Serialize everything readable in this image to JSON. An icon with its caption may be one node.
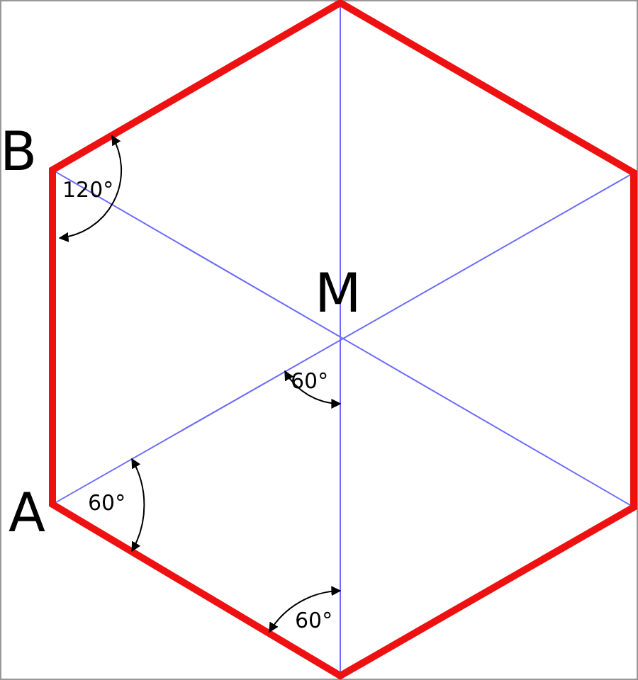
{
  "diagram": {
    "labels": [
      "B",
      "120°",
      "M",
      "60°",
      "A",
      "60°",
      "60°"
    ]
  }
}
